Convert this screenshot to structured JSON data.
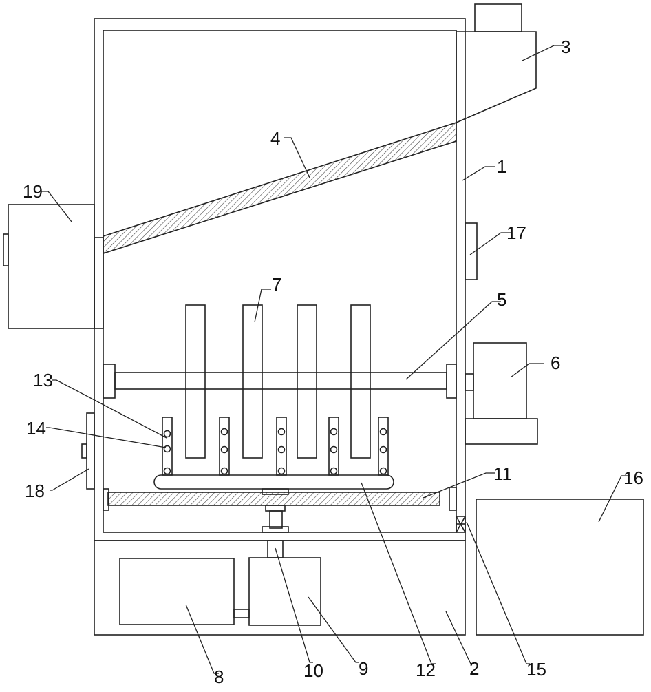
{
  "colors": {
    "stroke": "#222222",
    "hatch": "#444444",
    "background": "#ffffff"
  },
  "labels": {
    "l1": "1",
    "l2": "2",
    "l3": "3",
    "l4": "4",
    "l5": "5",
    "l6": "6",
    "l7": "7",
    "l8": "8",
    "l9": "9",
    "l10": "10",
    "l11": "11",
    "l12": "12",
    "l13": "13",
    "l14": "14",
    "l15": "15",
    "l16": "16",
    "l17": "17",
    "l18": "18",
    "l19": "19"
  }
}
